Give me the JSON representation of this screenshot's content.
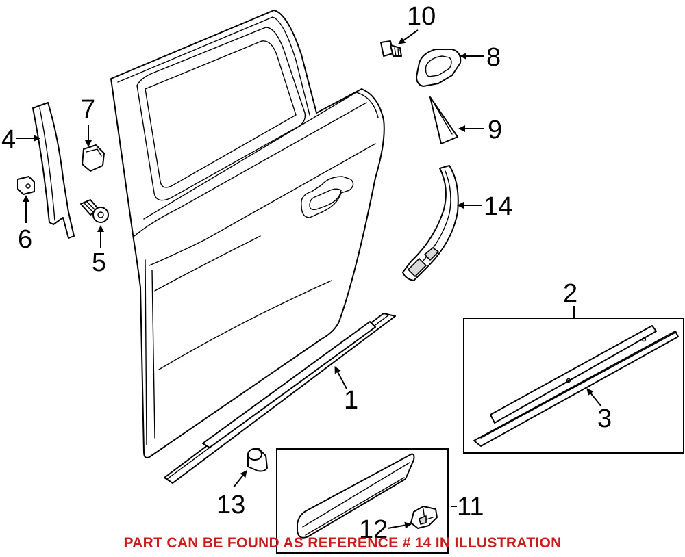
{
  "note": "PART CAN BE FOUND AS REFERENCE # 14 IN ILLUSTRATION",
  "note_color": "#cc1b1b",
  "callouts": [
    "1",
    "2",
    "3",
    "4",
    "5",
    "6",
    "7",
    "8",
    "9",
    "10",
    "11",
    "12",
    "13",
    "14"
  ],
  "highlighted_reference": "14"
}
